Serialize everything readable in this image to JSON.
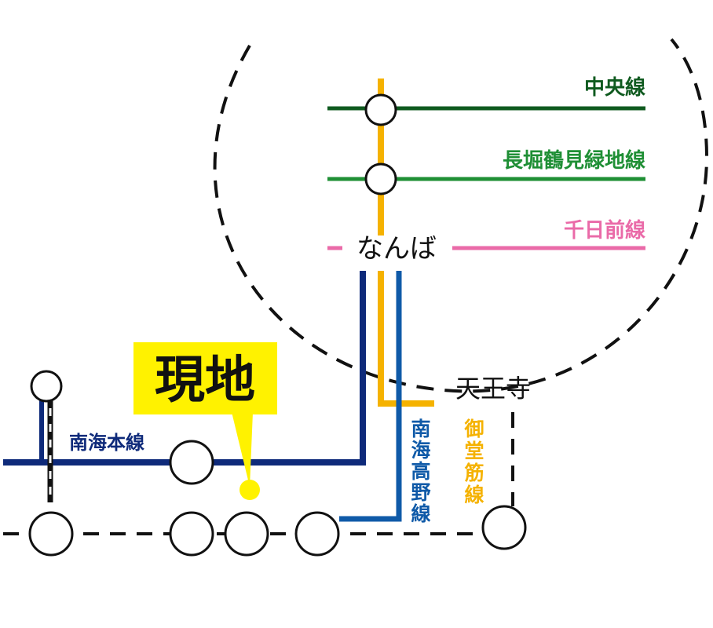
{
  "lines": {
    "chuo": {
      "name": "中央線",
      "color": "#0f5a1f"
    },
    "nagahori": {
      "name": "長堀鶴見緑地線",
      "color": "#1f8f35"
    },
    "sennichimae": {
      "name": "千日前線",
      "color": "#ea6aa8"
    },
    "midosuji": {
      "name": "御堂筋線",
      "color": "#f5b200"
    },
    "nankai_main": {
      "name": "南海本線",
      "color": "#0e2a7a"
    },
    "nankai_koya": {
      "name": "南海高野線",
      "color": "#0f5aa8"
    }
  },
  "stations": {
    "namba": "なんば",
    "tennoji": "天王寺"
  },
  "marker": {
    "label": "現地",
    "color": "#fff200"
  },
  "colors": {
    "station_stroke": "#111111",
    "dashed": "#111111"
  }
}
